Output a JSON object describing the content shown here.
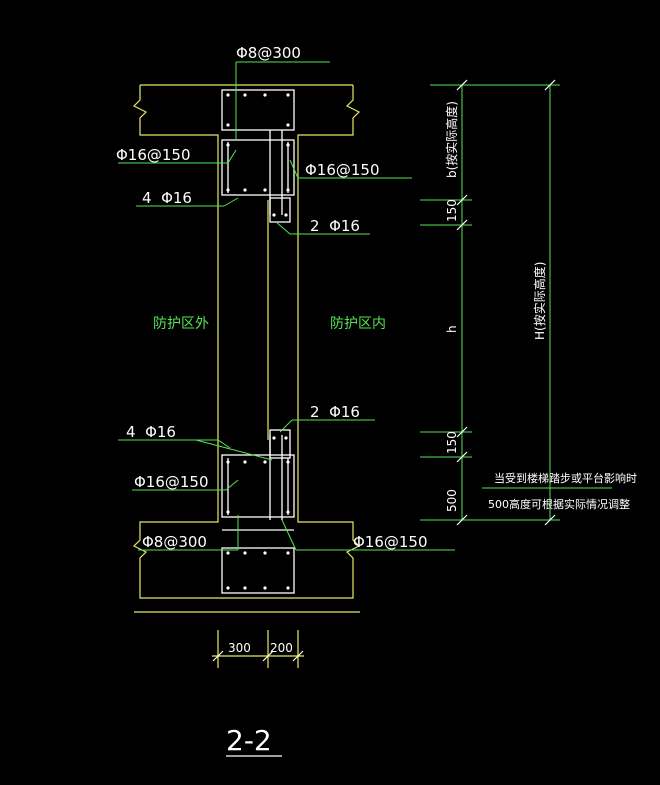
{
  "labels": {
    "top_stirrup": "Φ8@300",
    "left_upper_dist": "Φ16@150",
    "right_upper_dist": "Φ16@150",
    "upper_main_bars": "4  Φ16",
    "upper_add_bars": "2  Φ16",
    "outside_zone": "防护区外",
    "inside_zone": "防护区内",
    "lower_add_bars": "2  Φ16",
    "lower_main_bars": "4  Φ16",
    "left_lower_dist": "Φ16@150",
    "bottom_stirrup": "Φ8@300",
    "right_lower_dist": "Φ16@150",
    "section_title": "2-2"
  },
  "dims": {
    "width_left": "300",
    "width_right": "200",
    "right_top": "b(按实际高度)",
    "right_150_upper": "150",
    "right_h": "h",
    "right_150_lower": "150",
    "right_500": "500",
    "right_H": "H(按实际高度)"
  },
  "notes": {
    "line1": "当受到楼梯踏步或平台影响时",
    "line2": "500高度可根据实际情况调整"
  },
  "colors": {
    "concrete_line": "#e8e860",
    "rebar": "#ffffff",
    "leader": "#55e455",
    "background": "#000000"
  }
}
